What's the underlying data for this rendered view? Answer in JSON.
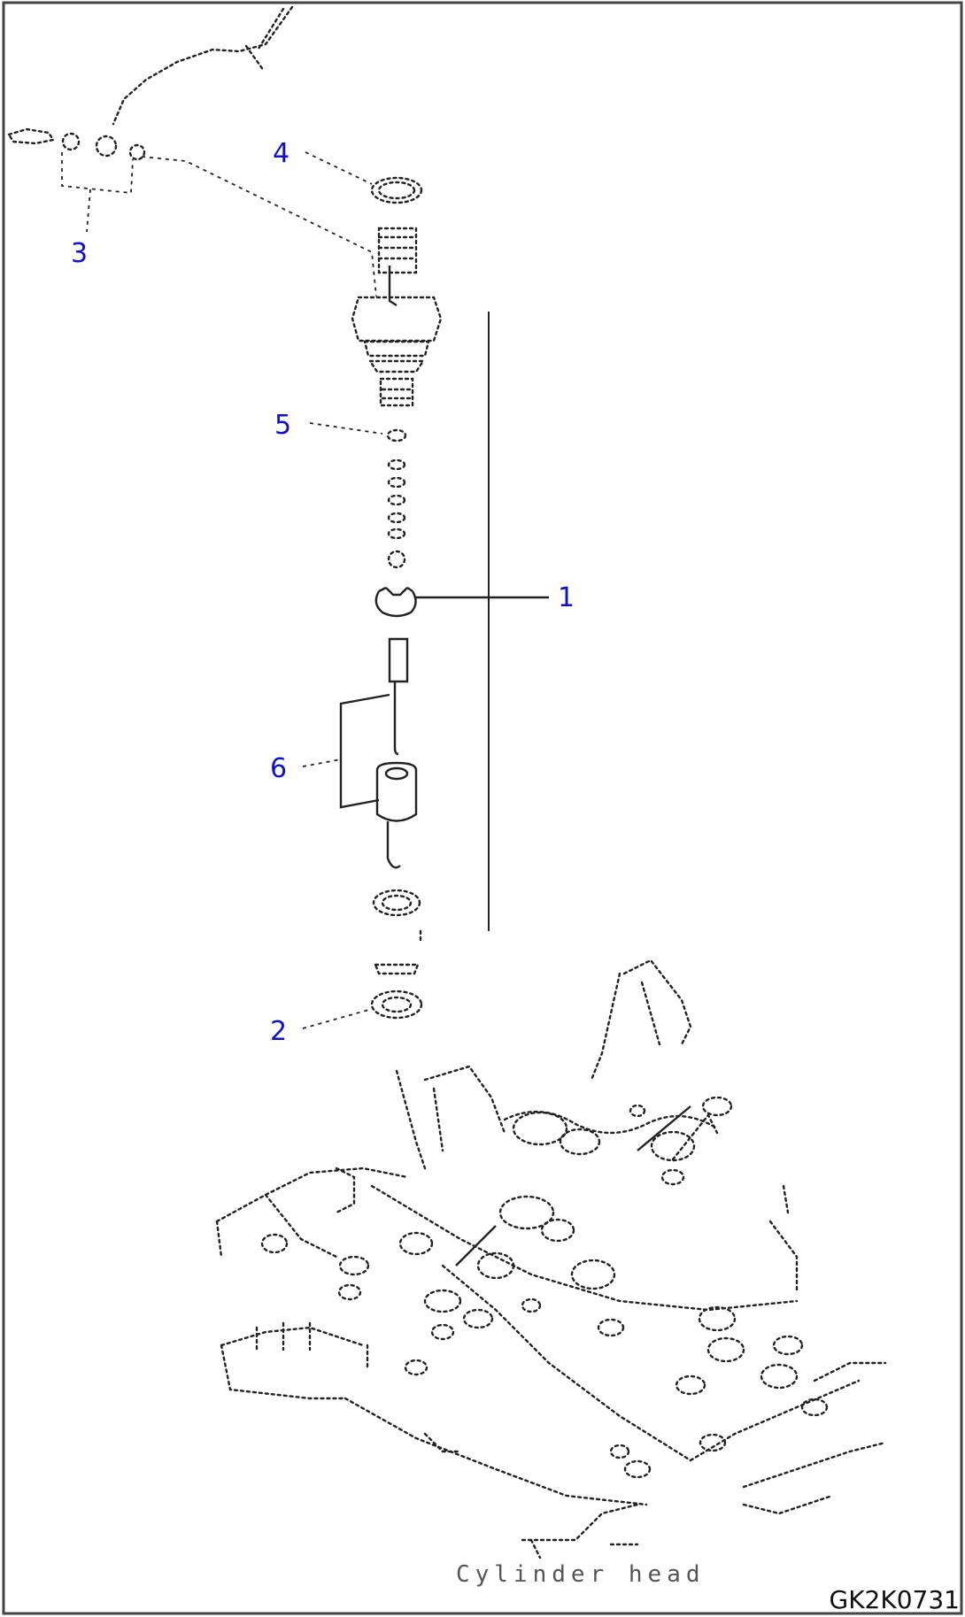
{
  "figure_code": "GK2K0731",
  "base_label": "Cylinder head",
  "callouts": [
    {
      "number": "1"
    },
    {
      "number": "2"
    },
    {
      "number": "3"
    },
    {
      "number": "4"
    },
    {
      "number": "5"
    },
    {
      "number": "6"
    }
  ],
  "colors": {
    "callout": "#1010cc",
    "line": "#222222",
    "border": "#444444"
  }
}
